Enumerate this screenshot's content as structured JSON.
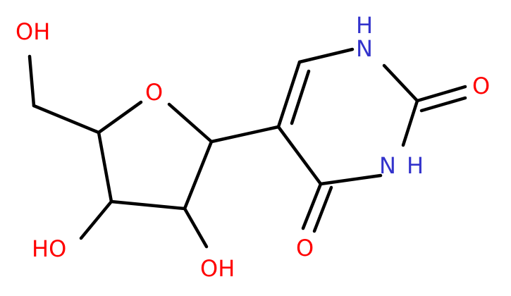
{
  "colors": {
    "background": "#ffffff",
    "bond": "#000000",
    "oxygen": "#ff0000",
    "nitrogen": "#3333cc"
  },
  "atoms": {
    "ch2oh_oh": "OH",
    "ring_o": "O",
    "oh_c3": "HO",
    "oh_c2": "OH",
    "n1_h": "H",
    "n1": "N",
    "o_c2": "O",
    "n3": "N",
    "n3_h": "H",
    "o_c4": "O"
  }
}
